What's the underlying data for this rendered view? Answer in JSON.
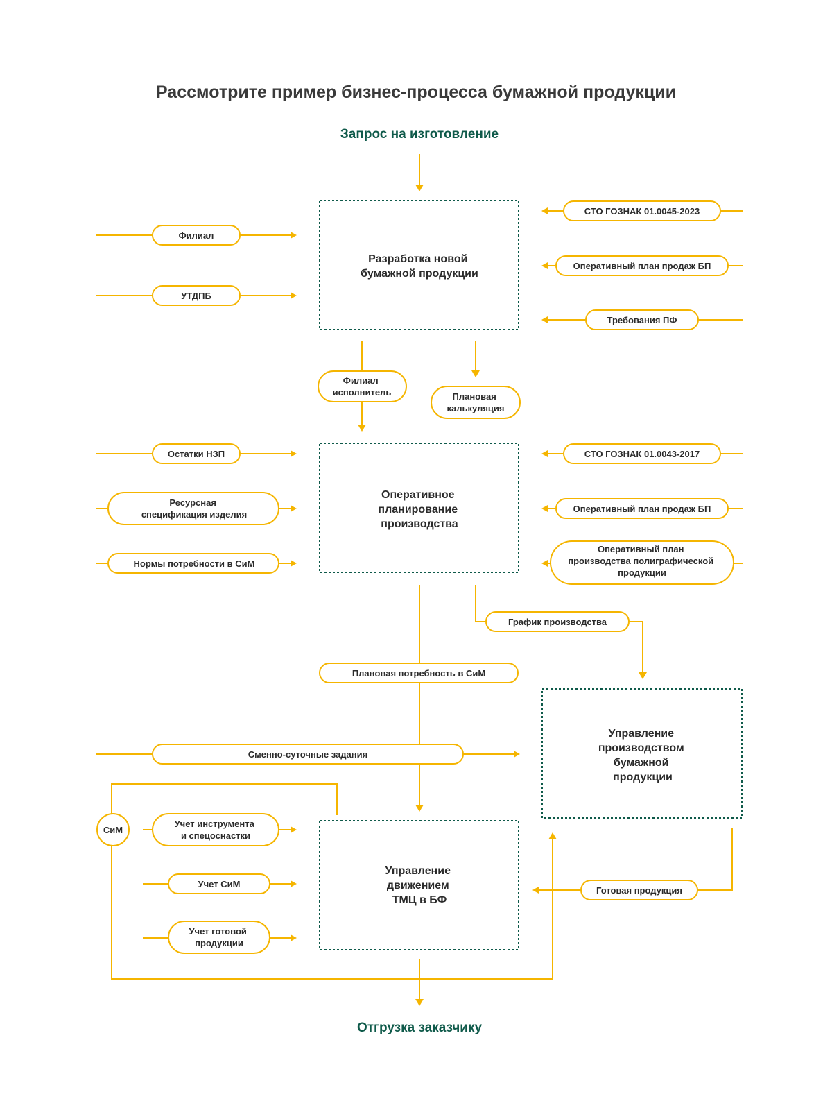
{
  "title": "Рассмотрите пример бизнес-процесса бумажной продукции",
  "start": "Запрос на изготовление",
  "end": "Отгрузка заказчику",
  "colors": {
    "line": "#f5b500",
    "box_border": "#0f5a4a",
    "endpoint_text": "#0f5a4a",
    "text": "#2b2b2b"
  },
  "boxes": {
    "development": [
      "Разработка новой",
      "бумажной продукции"
    ],
    "planning": [
      "Оперативное",
      "планирование",
      "производства"
    ],
    "production": [
      "Управление",
      "производством",
      "бумажной",
      "продукции"
    ],
    "tmc": [
      "Управление",
      "движением",
      "ТМЦ в БФ"
    ]
  },
  "pills": {
    "filial": [
      "Филиал"
    ],
    "utdpb": [
      "УТДПБ"
    ],
    "sto_2023": [
      "СТО ГОЗНАК 01.0045-2023"
    ],
    "sales_plan_1": [
      "Оперативный план продаж БП"
    ],
    "pf_requirements": [
      "Требования ПФ"
    ],
    "filial_executor": [
      "Филиал",
      "исполнитель"
    ],
    "planned_costing": [
      "Плановая",
      "калькуляция"
    ],
    "nzp_balance": [
      "Остатки НЗП"
    ],
    "resource_spec": [
      "Ресурсная",
      "спецификация изделия"
    ],
    "sim_norms": [
      "Нормы потребности в СиМ"
    ],
    "sto_2017": [
      "СТО ГОЗНАК 01.0043-2017"
    ],
    "sales_plan_2": [
      "Оперативный план продаж БП"
    ],
    "poly_plan": [
      "Оперативный план",
      "производства полиграфической",
      "продукции"
    ],
    "production_schedule": [
      "График производства"
    ],
    "sim_need": [
      "Плановая потребность в СиМ"
    ],
    "shift_tasks": [
      "Сменно-суточные задания"
    ],
    "sim": [
      "СиМ"
    ],
    "tools_accounting": [
      "Учет инструмента",
      "и спецоснастки"
    ],
    "sim_accounting": [
      "Учет СиМ"
    ],
    "finished_accounting": [
      "Учет готовой",
      "продукции"
    ],
    "finished_goods": [
      "Готовая продукция"
    ]
  }
}
